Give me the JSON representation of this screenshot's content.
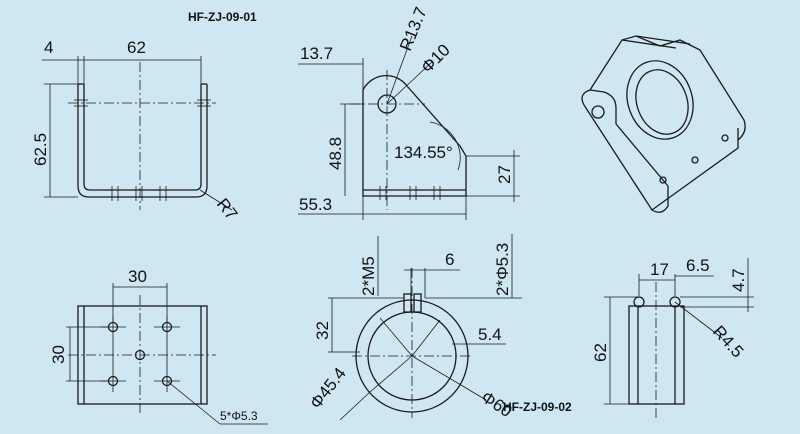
{
  "labels": {
    "part1": "HF-ZJ-09-01",
    "part2": "HF-ZJ-09-02"
  },
  "dims": {
    "d4": "4",
    "d62_top": "62",
    "d62_5": "62.5",
    "r7": "R7",
    "d13_7": "13.7",
    "r13_7": "R13.7",
    "phi10": "Φ10",
    "d48_8": "48.8",
    "angle": "134.55°",
    "d27": "27",
    "d55_3": "55.3",
    "d30_h": "30",
    "d30_v": "30",
    "holes": "5*Φ5.3",
    "m5": "2*M5",
    "d6": "6",
    "phi5_3": "2*Φ5.3",
    "d32": "32",
    "d5_4": "5.4",
    "phi45_4": "Φ45.4",
    "phi60": "Φ60",
    "d17": "17",
    "d6_5": "6.5",
    "d4_7": "4.7",
    "d62_right": "62",
    "r4_5": "R4.5"
  }
}
